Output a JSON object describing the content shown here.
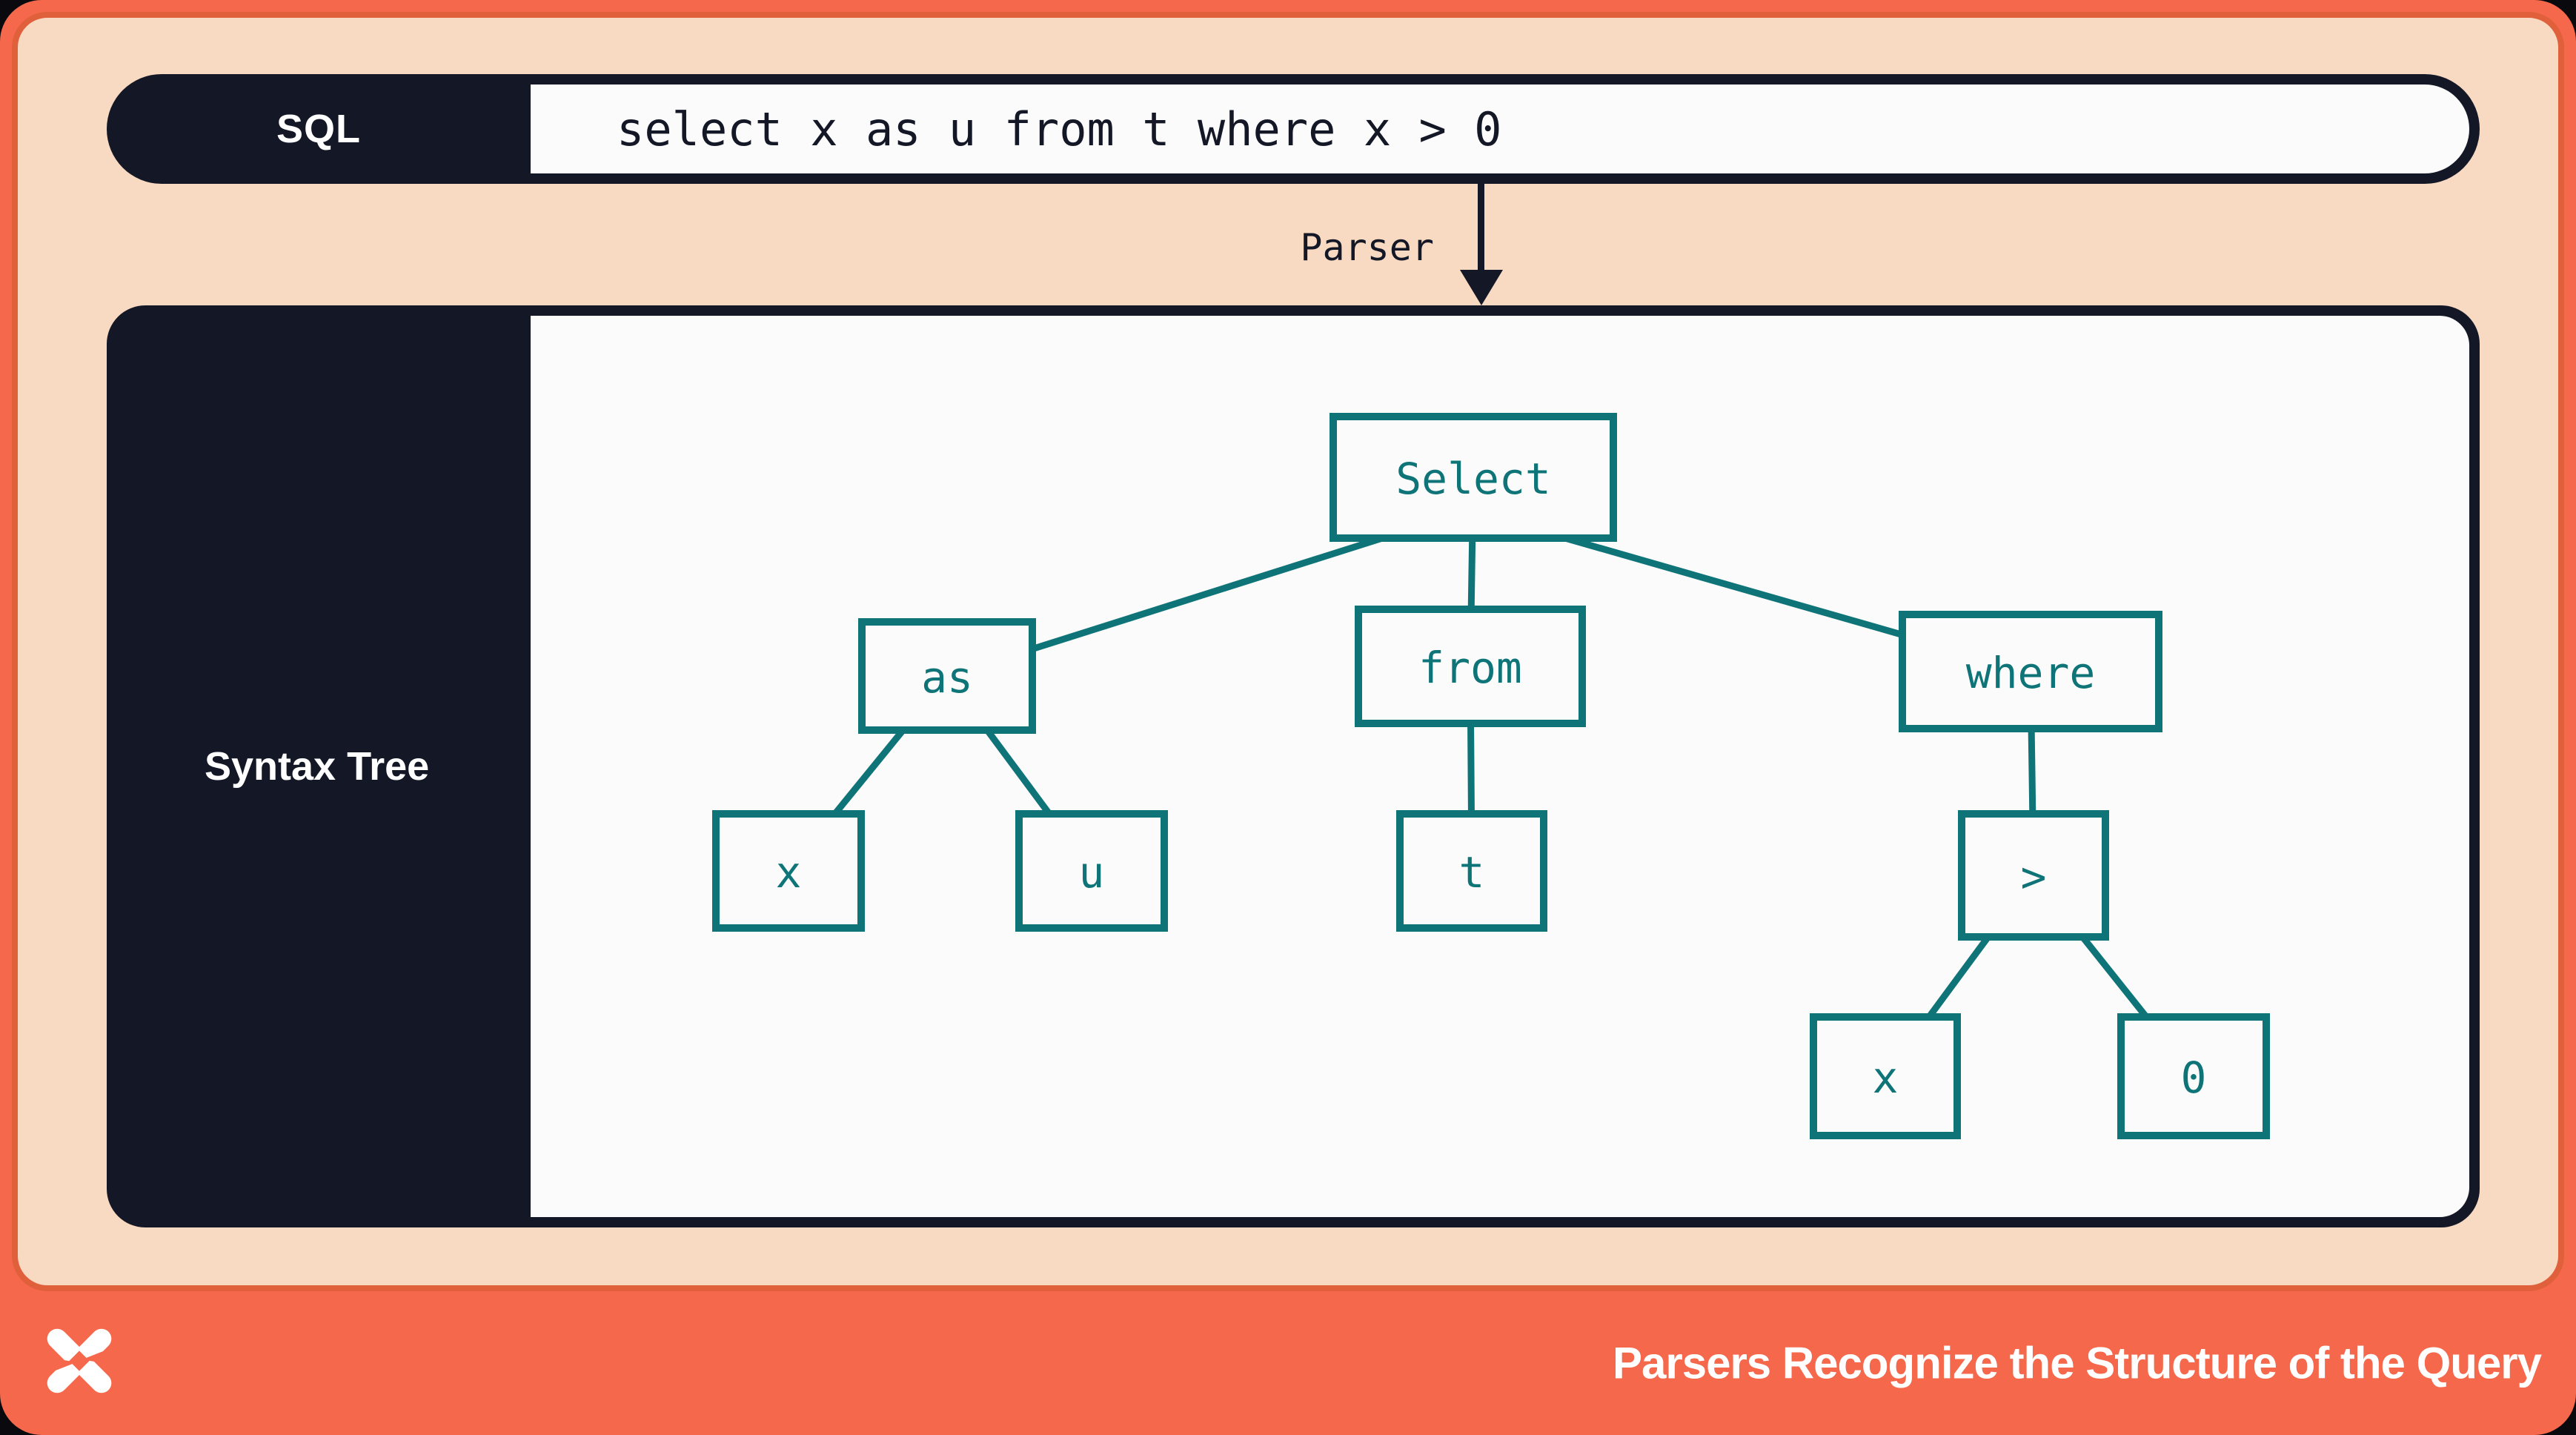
{
  "colors": {
    "frame_orange": "#f5684b",
    "canvas_border_orange": "#e0603c",
    "peach_background": "#f8d9c2",
    "dark_navy": "#141826",
    "panel_white": "#fbfbfc",
    "tree_teal": "#0f7477",
    "text_white": "#ffffff"
  },
  "sql_bar": {
    "label": "SQL",
    "query": "select x as u from t where x > 0"
  },
  "parser_arrow": {
    "label": "Parser"
  },
  "syntax_panel": {
    "label": "Syntax Tree"
  },
  "tree": {
    "nodes": [
      {
        "id": "select",
        "label": "Select"
      },
      {
        "id": "as",
        "label": "as"
      },
      {
        "id": "from",
        "label": "from"
      },
      {
        "id": "where",
        "label": "where"
      },
      {
        "id": "x1",
        "label": "x"
      },
      {
        "id": "u",
        "label": "u"
      },
      {
        "id": "t",
        "label": "t"
      },
      {
        "id": "gt",
        "label": ">"
      },
      {
        "id": "x2",
        "label": "x"
      },
      {
        "id": "zero",
        "label": "0"
      }
    ],
    "edges": [
      [
        "select",
        "as"
      ],
      [
        "select",
        "from"
      ],
      [
        "select",
        "where"
      ],
      [
        "as",
        "x1"
      ],
      [
        "as",
        "u"
      ],
      [
        "from",
        "t"
      ],
      [
        "where",
        "gt"
      ],
      [
        "gt",
        "x2"
      ],
      [
        "gt",
        "zero"
      ]
    ]
  },
  "footer": {
    "caption": "Parsers Recognize the Structure of the Query",
    "logo": "pinwheel-x-logo"
  }
}
